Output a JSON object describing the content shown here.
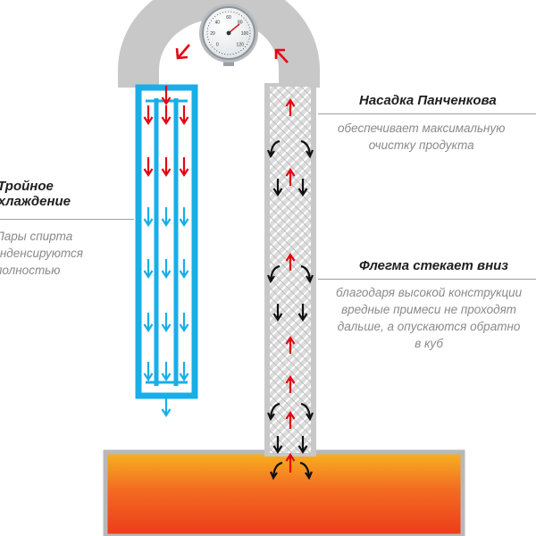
{
  "labels": {
    "left": {
      "title": [
        "Тройное",
        "охлаждение"
      ],
      "desc": [
        "Пары спирта",
        "конденсируются",
        "полностью"
      ]
    },
    "nozzle": {
      "title": "Насадка Панченкова",
      "desc": [
        "обеспечивает максимальную",
        "очистку продукта"
      ]
    },
    "phlegm": {
      "title": "Флегма стекает вниз",
      "desc": [
        "благодаря высокой конструкции",
        "вредные примеси не проходят",
        "дальше, а опускаются обратно",
        "в куб"
      ]
    }
  },
  "gauge_scale": [
    "0",
    "20",
    "40",
    "60",
    "80",
    "100",
    "120"
  ],
  "colors": {
    "vapor_arrow": "#e30613",
    "coolant_blue": "#18aee8",
    "down_arrow": "#111111",
    "pipe_gray": "#c8c8c8",
    "cube_orange": "#f36b21",
    "cube_edge": "#b8b8b8"
  }
}
